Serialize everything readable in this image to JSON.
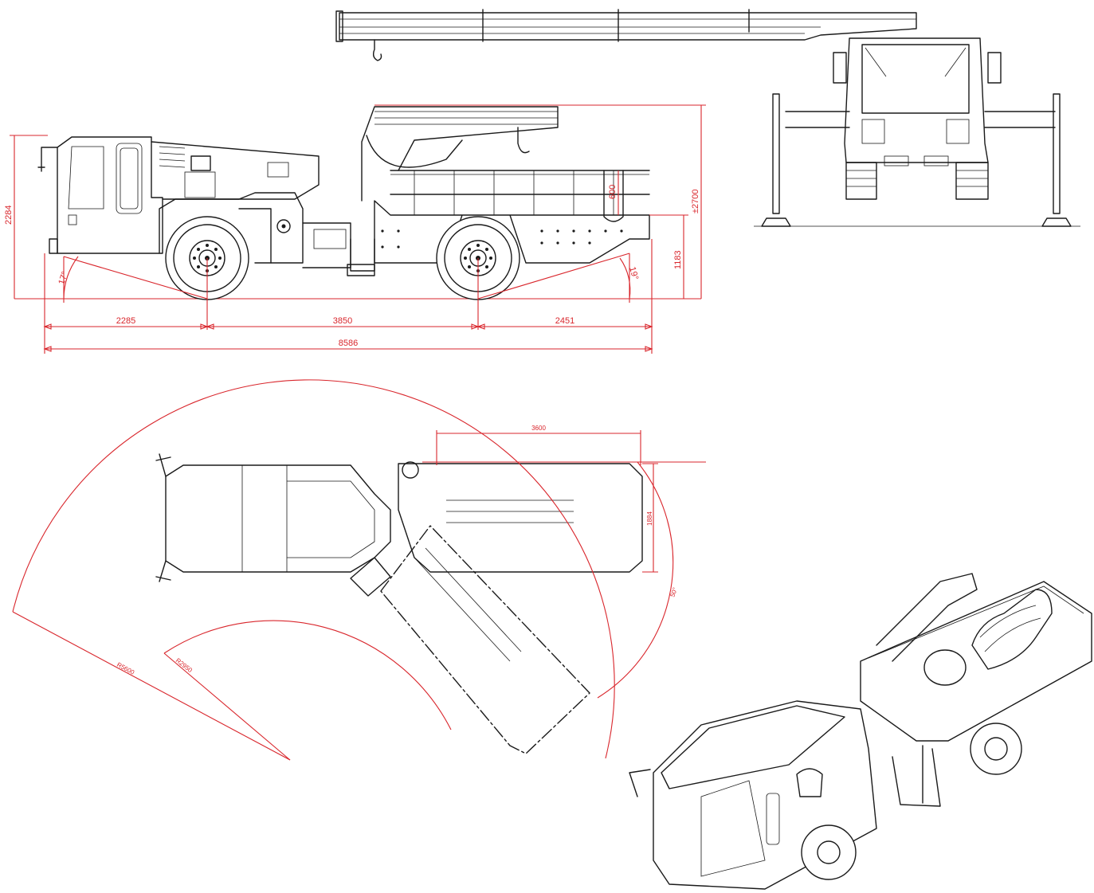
{
  "side_view": {
    "overall_length": "8586",
    "front_overhang": "2285",
    "wheelbase": "3850",
    "rear_overhang": "2451",
    "cab_height": "2284",
    "total_height": "±2700",
    "deck_height": "1183",
    "rail_height": "600",
    "approach_angle": "17°",
    "departure_angle": "19°"
  },
  "top_view": {
    "platform_length": "3600",
    "platform_width": "1884",
    "articulation_angle": "50°",
    "outer_turning_radius": "R5600",
    "inner_turning_radius": "R2950"
  },
  "colors": {
    "line_art": "#1a1a1a",
    "dimension": "#d9262c"
  }
}
